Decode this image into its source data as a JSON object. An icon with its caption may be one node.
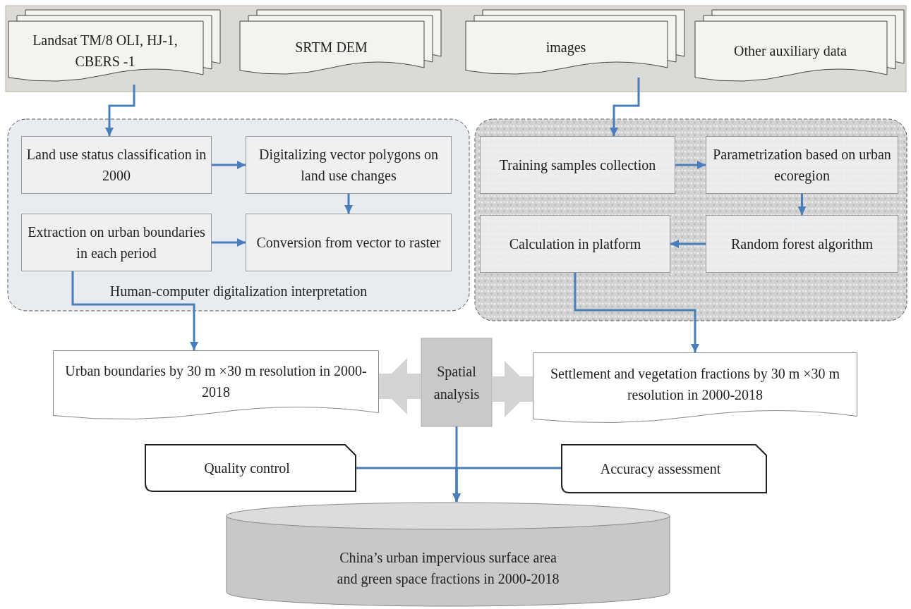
{
  "diagram": {
    "nodes": [
      {
        "text": [],
        "shape": "bar"
      },
      {
        "text": [
          "Landsat TM/8 OLI, HJ-1, CBERS -1"
        ],
        "in": 0
      },
      {
        "text": [
          "SRTM DEM"
        ],
        "in": 0
      },
      {
        "text": [
          "images"
        ],
        "in": 0
      },
      {
        "text": [
          "Other auxiliary data"
        ],
        "in": 0
      },
      {
        "text": [
          "Human-computer digitalization interpretation"
        ]
      },
      {
        "text": [
          "Land use status classification in 2000"
        ],
        "in": 5
      },
      {
        "text": [
          "Digitalizing vector polygons on land use changes"
        ],
        "in": 5
      },
      {
        "text": [
          "Extraction on urban boundaries in each period"
        ],
        "in": 5
      },
      {
        "text": [
          "Conversion from vector to raster"
        ],
        "in": 5
      },
      {
        "text": [],
        "shape": "box"
      },
      {
        "text": [
          "Training samples collection"
        ],
        "in": 10
      },
      {
        "text": [
          "Parametrization based on urban ecoregion"
        ],
        "in": 10
      },
      {
        "text": [
          "Calculation in platform"
        ],
        "in": 10
      },
      {
        "text": [
          "Random forest algorithm"
        ],
        "in": 10
      },
      {
        "text": [
          "Urban boundaries by 30 m ×30 m resolution in 2000-2018"
        ]
      },
      {
        "text": [
          "Spatial analysis"
        ]
      },
      {
        "text": [
          "Settlement and vegetation fractions by 30 m ×30 m resolution in 2000-2018"
        ]
      },
      {
        "text": [
          "Quality control"
        ]
      },
      {
        "text": [
          "Accuracy assessment"
        ]
      },
      {
        "text": [
          "China’s urban impervious surface area and green space fractions in 2000-2018"
        ]
      }
    ],
    "edges": [
      {
        "from": 1,
        "to": 6,
        "arrow": "to"
      },
      {
        "from": 3,
        "to": 11,
        "arrow": "to"
      },
      {
        "from": 6,
        "to": 7,
        "arrow": "to"
      },
      {
        "from": 7,
        "to": 9,
        "arrow": "to"
      },
      {
        "from": 8,
        "to": 9,
        "arrow": "to"
      },
      {
        "from": 11,
        "to": 12,
        "arrow": "to"
      },
      {
        "from": 12,
        "to": 14,
        "arrow": "to"
      },
      {
        "from": 14,
        "to": 13,
        "arrow": "to"
      },
      {
        "from": 8,
        "to": 15,
        "arrow": "to"
      },
      {
        "from": 13,
        "to": 17,
        "arrow": "to"
      },
      {
        "from": 16,
        "to": 15,
        "arrow": "to",
        "style": "thick",
        "color": "#d3d3d3"
      },
      {
        "from": 16,
        "to": 17,
        "arrow": "to",
        "style": "thick",
        "color": "#d3d3d3"
      },
      {
        "from": 16,
        "to": 20,
        "arrow": "to"
      },
      {
        "from": 18,
        "to": 20,
        "arrow": "to"
      },
      {
        "from": 19,
        "to": 20,
        "arrow": "to"
      }
    ]
  }
}
